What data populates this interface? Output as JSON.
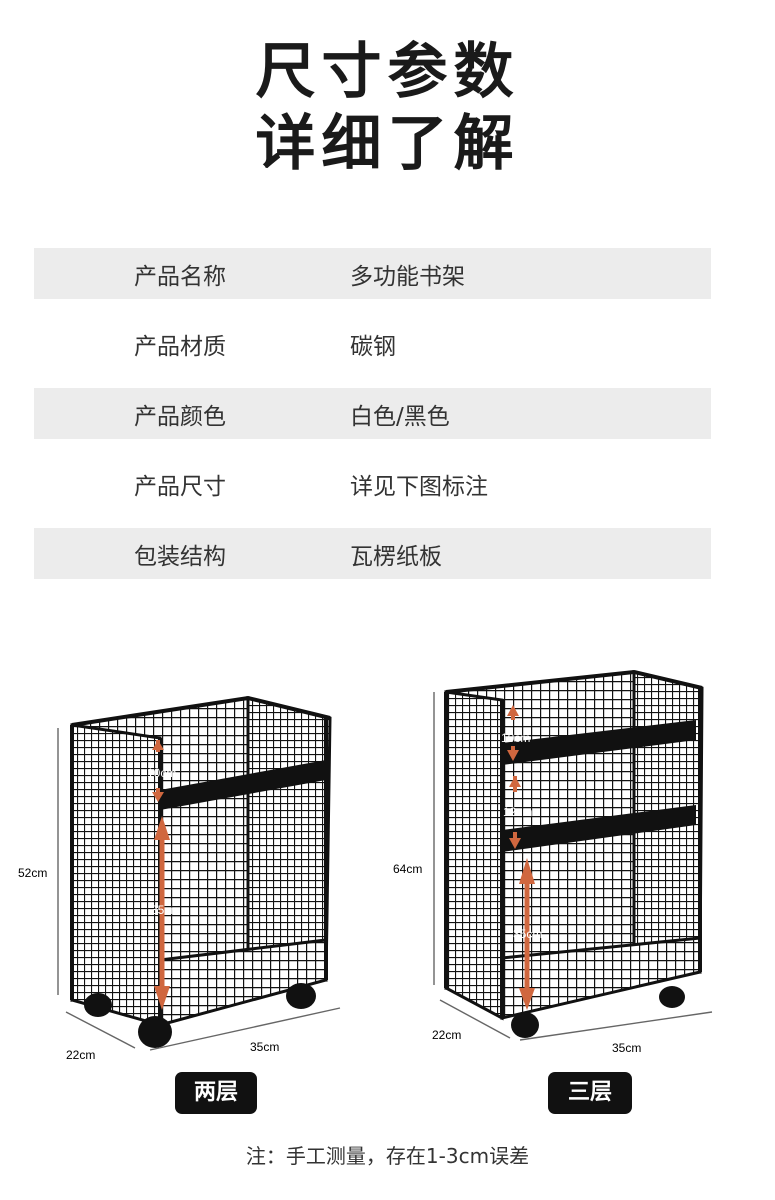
{
  "title": {
    "line1": "尺寸参数",
    "line2": "详细了解"
  },
  "specs": [
    {
      "label": "产品名称",
      "value": "多功能书架"
    },
    {
      "label": "产品材质",
      "value": "碳钢"
    },
    {
      "label": "产品颜色",
      "value": "白色/黑色"
    },
    {
      "label": "产品尺寸",
      "value": "详见下图标注"
    },
    {
      "label": "包装结构",
      "value": "瓦楞纸板"
    }
  ],
  "two_tier": {
    "badge": "两层",
    "height": "52cm",
    "depth": "22cm",
    "width": "35cm",
    "top_gap": "10cm",
    "shelf_gap": "35cm"
  },
  "three_tier": {
    "badge": "三层",
    "height": "64cm",
    "depth": "22cm",
    "width": "35cm",
    "top_gap": "10cm",
    "mid_gap": "12cm",
    "shelf_gap": "35cm"
  },
  "footnote": "注：手工测量，存在1-3cm误差",
  "colors": {
    "frame": "#111111",
    "arrow": "#d0673f",
    "row_shade": "#ececec"
  }
}
